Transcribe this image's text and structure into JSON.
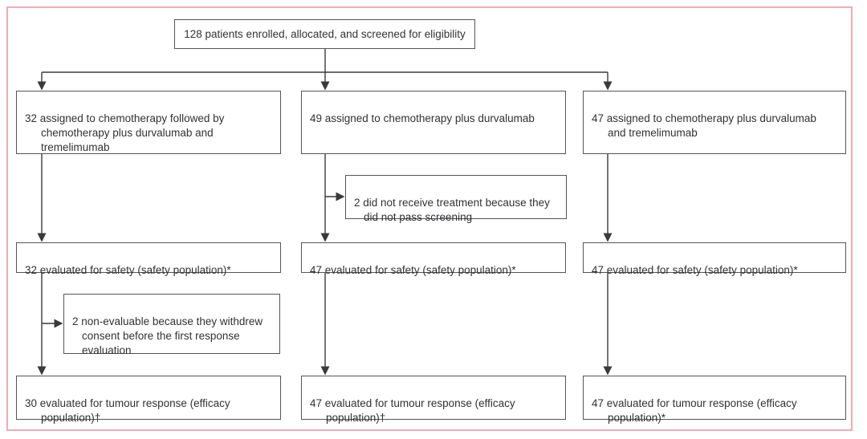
{
  "colors": {
    "frame_border": "#f0abb7",
    "box_border": "#54555a",
    "connector": "#3a3a3c",
    "text": "#323235",
    "background": "#ffffff"
  },
  "nodes": {
    "enrollment": "128 patients enrolled, allocated, and screened for eligibility",
    "arm1_assigned": "32 assigned to chemotherapy followed by\nchemotherapy plus durvalumab and\ntremelimumab",
    "arm2_assigned": "49 assigned to chemotherapy plus durvalumab",
    "arm3_assigned": "47 assigned to chemotherapy plus durvalumab\nand tremelimumab",
    "arm2_excluded": "2 did not receive treatment because they\ndid not pass screening",
    "arm1_safety": "32 evaluated for safety (safety population)*",
    "arm2_safety": "47 evaluated for safety (safety population)*",
    "arm3_safety": "47 evaluated for safety (safety population)*",
    "arm1_nonevaluable": "2 non-evaluable because they withdrew\nconsent before the first response\nevaluation",
    "arm1_efficacy": "30 evaluated for tumour response (efficacy\npopulation)†",
    "arm2_efficacy": "47 evaluated for tumour response (efficacy\npopulation)†",
    "arm3_efficacy": "47 evaluated for tumour response (efficacy\npopulation)*"
  }
}
